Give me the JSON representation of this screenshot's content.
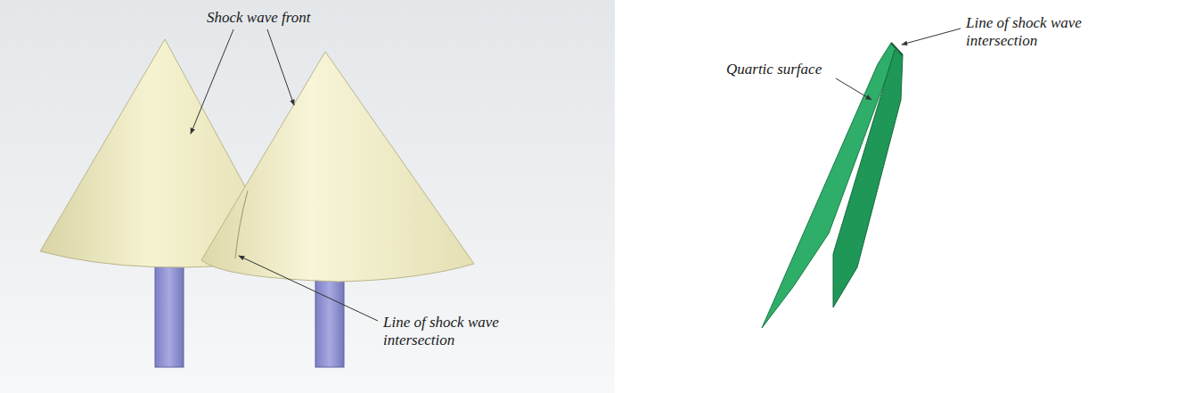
{
  "diagram": {
    "labels": [
      "Shock wave front",
      "Line of shock wave intersection",
      "Quartic surface",
      "Line of shock wave intersection"
    ]
  }
}
